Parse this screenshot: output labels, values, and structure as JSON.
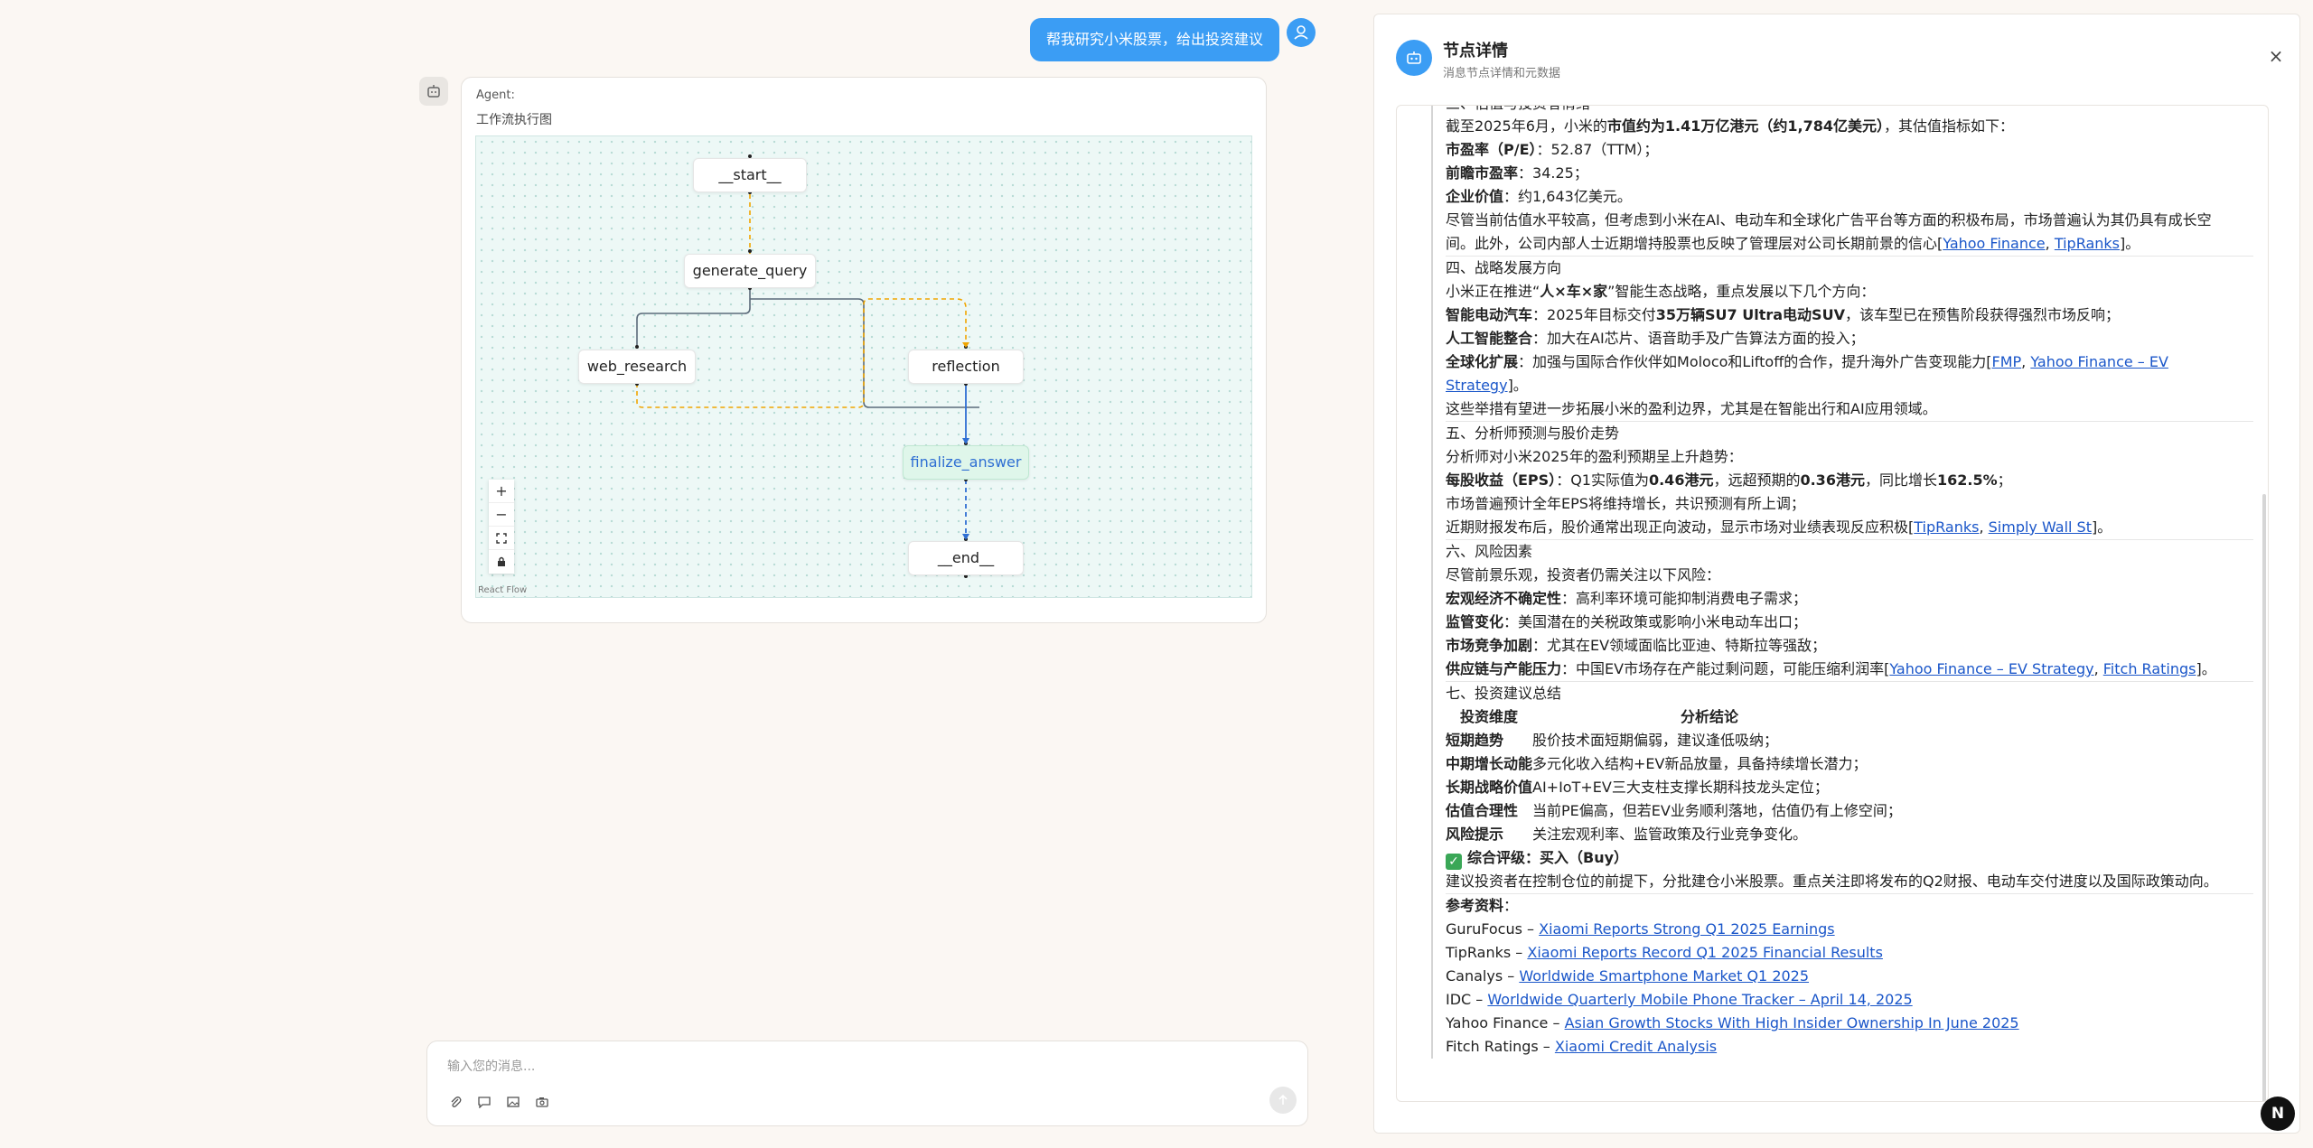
{
  "chat": {
    "user_message": "帮我研究小米股票，给出投资建议",
    "agent_label": "Agent:",
    "agent_subtitle": "工作流执行图",
    "input_placeholder": "输入您的消息..."
  },
  "flow": {
    "nodes": [
      "__start__",
      "generate_query",
      "web_research",
      "reflection",
      "finalize_answer",
      "__end__"
    ],
    "active_node": "finalize_answer",
    "zoom_controls": [
      "zoom-in",
      "zoom-out",
      "fit-view",
      "lock"
    ],
    "attribution": "React Flow"
  },
  "panel": {
    "title": "节点详情",
    "subtitle": "消息节点详情和元数据",
    "content": {
      "cut_heading": "三、估值与投资者情绪",
      "val_intro_pre": "截至2025年6月，小米的",
      "val_intro_bold": "市值约为1.41万亿港元（约1,784亿美元）",
      "val_intro_post": "，其估值指标如下：",
      "pe_label": "市盈率（P/E）",
      "pe_value": "：52.87（TTM）；",
      "fpe_label": "前瞻市盈率",
      "fpe_value": "：34.25；",
      "ev_label": "企业价值",
      "ev_value": "：约1,643亿美元。",
      "sentiment_1": "尽管当前估值水平较高，但考虑到小米在AI、电动车和全球化广告平台等方面的积极布局，市场普遍认为其仍具有成长空",
      "sentiment_2_pre": "间。此外，公司内部人士近期增持股票也反映了管理层对公司长期前景的信心[",
      "link_yahoo_finance": "Yahoo Finance",
      "link_tipranks": "TipRanks",
      "sec4_heading": "四、战略发展方向",
      "sec4_intro_pre": "小米正在推进“",
      "sec4_intro_bold": "人×车×家",
      "sec4_intro_post": "”智能生态战略，重点发展以下几个方向：",
      "ev_car_label": "智能电动汽车",
      "ev_car_pre": "：2025年目标交付",
      "ev_car_bold": "35万辆SU7 Ultra电动SUV",
      "ev_car_post": "，该车型已在预售阶段获得强烈市场反响；",
      "ai_label": "人工智能整合",
      "ai_value": "：加大在AI芯片、语音助手及广告算法方面的投入；",
      "global_label": "全球化扩展",
      "global_value": "：加强与国际合作伙伴如Moloco和Liftoff的合作，提升海外广告变现能力[",
      "link_fmp": "FMP",
      "link_yahoo_ev_1": "Yahoo Finance – EV",
      "link_yahoo_ev_2": "Strategy",
      "sec4_note": "这些举措有望进一步拓展小米的盈利边界，尤其是在智能出行和AI应用领域。",
      "sec5_heading": "五、分析师预测与股价走势",
      "sec5_intro": "分析师对小米2025年的盈利预期呈上升趋势：",
      "eps_label": "每股收益（EPS）",
      "eps_pre": "：Q1实际值为",
      "eps_actual": "0.46港元",
      "eps_mid": "，远超预期的",
      "eps_expected": "0.36港元",
      "eps_mid2": "，同比增长",
      "eps_growth": "162.5%",
      "eps_end": "；",
      "sec5_line2": "市场普遍预计全年EPS将维持增长，共识预测有所上调；",
      "sec5_line3_pre": "近期财报发布后，股价通常出现正向波动，显示市场对业绩表现反应积极[",
      "link_simply_wall_st": "Simply Wall St",
      "sec6_heading": "六、风险因素",
      "sec6_intro": "尽管前景乐观，投资者仍需关注以下风险：",
      "macro_label": "宏观经济不确定性",
      "macro_value": "：高利率环境可能抑制消费电子需求；",
      "reg_label": "监管变化",
      "reg_value": "：美国潜在的关税政策或影响小米电动车出口；",
      "comp_label": "市场竞争加剧",
      "comp_value": "：尤其在EV领域面临比亚迪、特斯拉等强敌；",
      "supply_label": "供应链与产能压力",
      "supply_value": "：中国EV市场存在产能过剩问题，可能压缩利润率[",
      "link_yahoo_ev_full": "Yahoo Finance – EV Strategy",
      "link_fitch": "Fitch Ratings",
      "sec7_heading": "七、投资建议总结",
      "tbl_col1": "投资维度",
      "tbl_col2": "分析结论",
      "tbl_rows": [
        [
          "短期趋势",
          "股价技术面短期偏弱，建议逢低吸纳；"
        ],
        [
          "中期增长动能",
          "多元化收入结构+EV新品放量，具备持续增长潜力；"
        ],
        [
          "长期战略价值",
          "AI+IoT+EV三大支柱支撑长期科技龙头定位；"
        ],
        [
          "估值合理性",
          "当前PE偏高，但若EV业务顺利落地，估值仍有上修空间；"
        ],
        [
          "风险提示",
          "关注宏观利率、监管政策及行业竞争变化。"
        ]
      ],
      "rating": "综合评级：买入（Buy）",
      "advice": "建议投资者在控制仓位的前提下，分批建仓小米股票。重点关注即将发布的Q2财报、电动车交付进度以及国际政策动向。",
      "refs_heading": "参考资料",
      "refs_colon": "：",
      "references": [
        {
          "source": "GuruFocus – ",
          "title": "Xiaomi Reports Strong Q1 2025 Earnings"
        },
        {
          "source": "TipRanks – ",
          "title": "Xiaomi Reports Record Q1 2025 Financial Results"
        },
        {
          "source": "Canalys – ",
          "title": "Worldwide Smartphone Market Q1 2025"
        },
        {
          "source": "IDC – ",
          "title": "Worldwide Quarterly Mobile Phone Tracker – April 14, 2025"
        },
        {
          "source": "Yahoo Finance – ",
          "title": "Asian Growth Stocks With High Insider Ownership In June 2025"
        },
        {
          "source": "Fitch Ratings – ",
          "title": "Xiaomi Credit Analysis"
        }
      ]
    }
  },
  "corner_badge": "N",
  "colors": {
    "accent": "#3b9df4",
    "link": "#1a56c9",
    "active_node_bg": "#dff6ea",
    "edge_yellow": "#f0a500",
    "edge_blue": "#2f6fd3"
  }
}
